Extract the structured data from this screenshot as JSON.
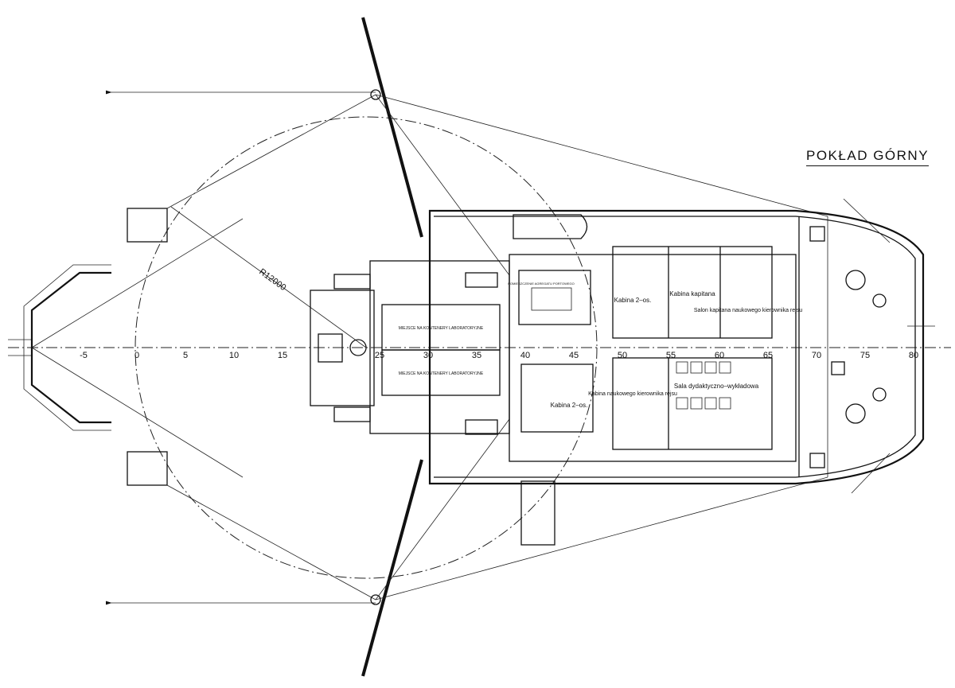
{
  "drawing": {
    "title": "POKŁAD GÓRNY",
    "radius_label": "R12000",
    "frame_labels": [
      "-5",
      "0",
      "5",
      "10",
      "15",
      "25",
      "30",
      "35",
      "40",
      "45",
      "50",
      "55",
      "60",
      "65",
      "70",
      "75",
      "80"
    ],
    "rooms": {
      "cabin_2os_upper": "Kabina 2–os.",
      "captain_cabin": "Kabina kapitana",
      "salon": "Salon kapitana naukowego kierownika rejsu",
      "cabin_2os_lower": "Kabina 2–os.",
      "chief_scientist_cabin": "Kabina naukowego kierownika rejsu",
      "lecture_hall": "Sala dydaktyczno–wykładowa"
    },
    "zones": {
      "container_upper": "MIEJSCE NA KONTENERY LABORATORYJNE",
      "container_lower": "MIEJSCE NA KONTENERY LABORATORYJNE",
      "storage": "POMIESZCZENIE AGREGATU PORTOWEGO"
    }
  }
}
